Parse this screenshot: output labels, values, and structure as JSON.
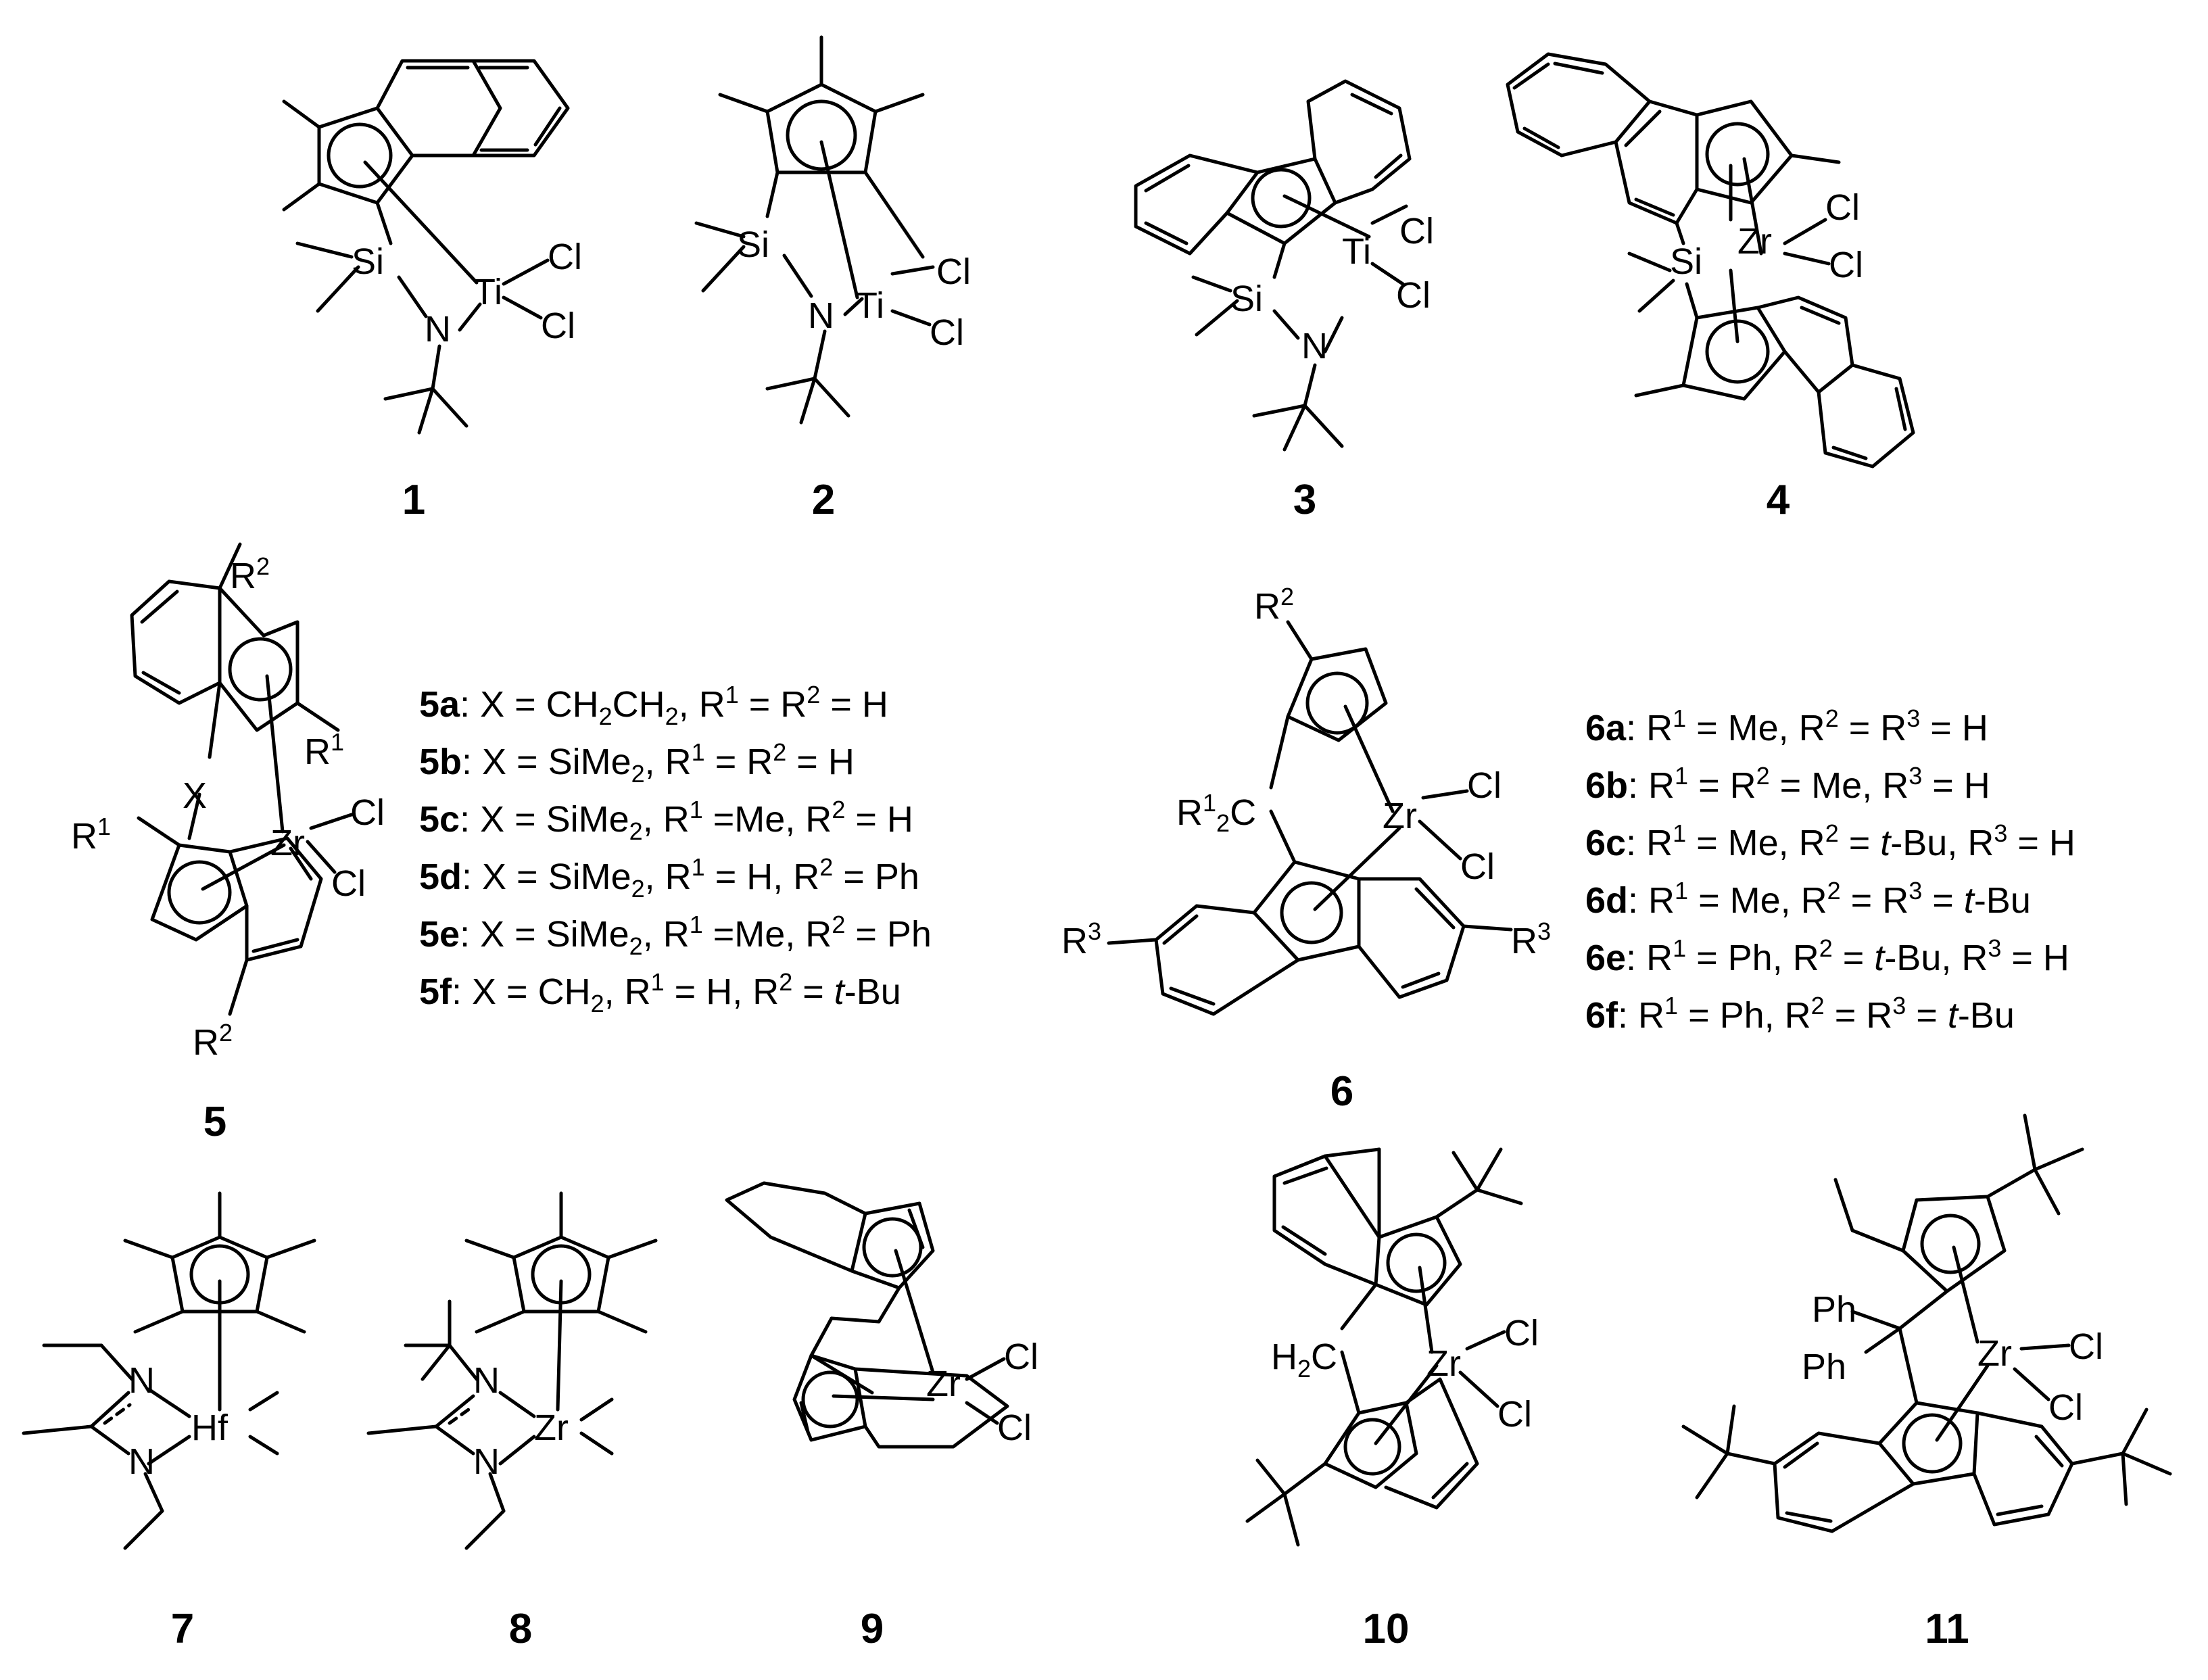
{
  "compounds": [
    {
      "number": "1",
      "atoms": [
        "Si",
        "Ti",
        "Cl",
        "Cl",
        "N"
      ]
    },
    {
      "number": "2",
      "atoms": [
        "Si",
        "Ti",
        "Cl",
        "Cl",
        "N"
      ]
    },
    {
      "number": "3",
      "atoms": [
        "Si",
        "Ti",
        "Cl",
        "Cl",
        "N"
      ]
    },
    {
      "number": "4",
      "atoms": [
        "Si",
        "Zr",
        "Cl",
        "Cl"
      ]
    },
    {
      "number": "5",
      "atoms": [
        "X",
        "Zr",
        "Cl",
        "Cl"
      ]
    },
    {
      "number": "6",
      "atoms": [
        "Zr",
        "Cl",
        "Cl"
      ]
    },
    {
      "number": "7",
      "atoms": [
        "N",
        "N",
        "Hf"
      ]
    },
    {
      "number": "8",
      "atoms": [
        "N",
        "N",
        "Zr"
      ]
    },
    {
      "number": "9",
      "atoms": [
        "Zr",
        "Cl",
        "Cl"
      ]
    },
    {
      "number": "10",
      "atoms": [
        "Zr",
        "Cl",
        "Cl"
      ]
    },
    {
      "number": "11",
      "atoms": [
        "Ph",
        "Ph",
        "Zr",
        "Cl",
        "Cl"
      ]
    }
  ],
  "legend5": [
    {
      "id": "5a",
      "desc": "X = CH2CH2, R1 = R2 = H"
    },
    {
      "id": "5b",
      "desc": "X = SiMe2, R1 = R2 = H"
    },
    {
      "id": "5c",
      "desc": "X = SiMe2, R1 =Me, R2 = H"
    },
    {
      "id": "5d",
      "desc": "X = SiMe2, R1 = H, R2 = Ph"
    },
    {
      "id": "5e",
      "desc": "X = SiMe2, R1 =Me, R2 = Ph"
    },
    {
      "id": "5f",
      "desc": "X = CH2, R1 = H, R2 = t-Bu"
    }
  ],
  "legend6": [
    {
      "id": "6a",
      "desc": "R1 = Me, R2 = R3 = H"
    },
    {
      "id": "6b",
      "desc": "R1 = R2 = Me, R3 = H"
    },
    {
      "id": "6c",
      "desc": "R1 = Me, R2 = t-Bu, R3 = H"
    },
    {
      "id": "6d",
      "desc": "R1 = Me, R2 = R3 = t-Bu"
    },
    {
      "id": "6e",
      "desc": "R1 = Ph, R2 = t-Bu, R3 = H"
    },
    {
      "id": "6f",
      "desc": "R1 = Ph, R2 = R3 = t-Bu"
    }
  ]
}
